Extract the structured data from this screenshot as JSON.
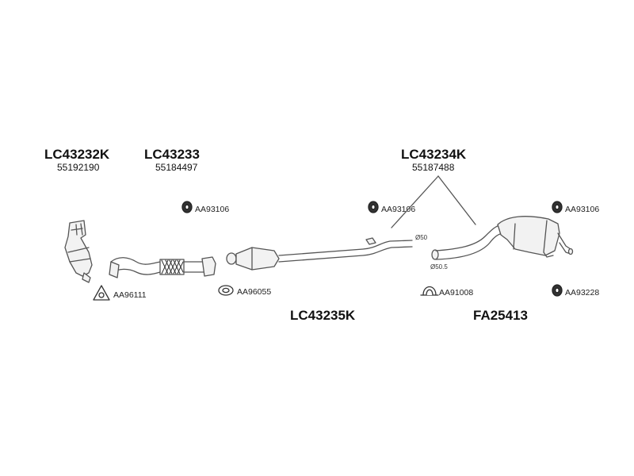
{
  "assemblies": [
    {
      "code": "LC43232K",
      "oem": "55192190"
    },
    {
      "code": "LC43233",
      "oem": "55184497"
    },
    {
      "code": "LC43234K",
      "oem": "55187488"
    },
    {
      "code": "LC43235K"
    },
    {
      "code": "FA25413"
    }
  ],
  "accessories": [
    {
      "ref": "AA93106",
      "icon": "rubber-hanger-icon"
    },
    {
      "ref": "AA93106",
      "icon": "rubber-hanger-icon"
    },
    {
      "ref": "AA93106",
      "icon": "rubber-hanger-icon"
    },
    {
      "ref": "AA96111",
      "icon": "triangle-gasket-icon"
    },
    {
      "ref": "AA96055",
      "icon": "oval-gasket-icon"
    },
    {
      "ref": "AA91008",
      "icon": "pipe-clamp-icon"
    },
    {
      "ref": "AA93228",
      "icon": "rubber-hanger-icon"
    }
  ],
  "diameters": [
    "Ø50",
    "Ø50.5"
  ],
  "colors": {
    "line": "#555555",
    "fill": "#f2f2f2",
    "hatch": "#333333"
  }
}
